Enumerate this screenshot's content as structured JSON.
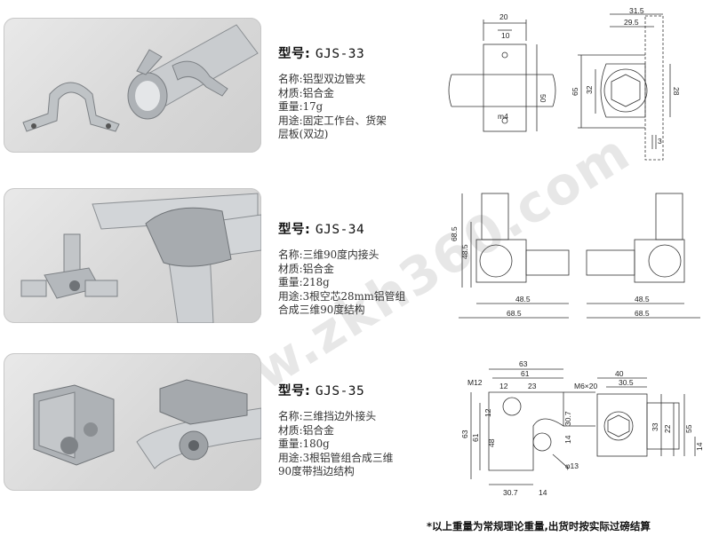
{
  "watermark": "www.zkh360.com",
  "products": [
    {
      "model_label": "型号:",
      "model_code": "GJS-33",
      "specs": [
        "名称:铝型双边管夹",
        "材质:铝合金",
        "重量:17g",
        "用途:固定工作台、货架",
        "层板(双边)"
      ],
      "dimensions": [
        "20",
        "10",
        "50",
        "m4",
        "31.5",
        "29.5",
        "65",
        "32",
        "28",
        "3"
      ]
    },
    {
      "model_label": "型号:",
      "model_code": "GJS-34",
      "specs": [
        "名称:三维90度内接头",
        "材质:铝合金",
        "重量:218g",
        "用途:3根空芯28mm铝管组",
        "合成三维90度结构"
      ],
      "dimensions": [
        "68.5",
        "48.5",
        "48.5",
        "68.5",
        "48.5",
        "68.5"
      ]
    },
    {
      "model_label": "型号:",
      "model_code": "GJS-35",
      "specs": [
        "名称:三维挡边外接头",
        "材质:铝合金",
        "重量:180g",
        "用途:3根铝管组合成三维",
        "90度带挡边结构"
      ],
      "dimensions": [
        "63",
        "61",
        "M12",
        "12",
        "23",
        "12",
        "M6×20",
        "63",
        "61",
        "48",
        "30.7",
        "14",
        "30.7",
        "14",
        "φ13",
        "40",
        "30.5",
        "33",
        "22",
        "55",
        "14"
      ]
    }
  ],
  "footnote": "*以上重量为常规理论重量,出货时按实际过磅结算"
}
